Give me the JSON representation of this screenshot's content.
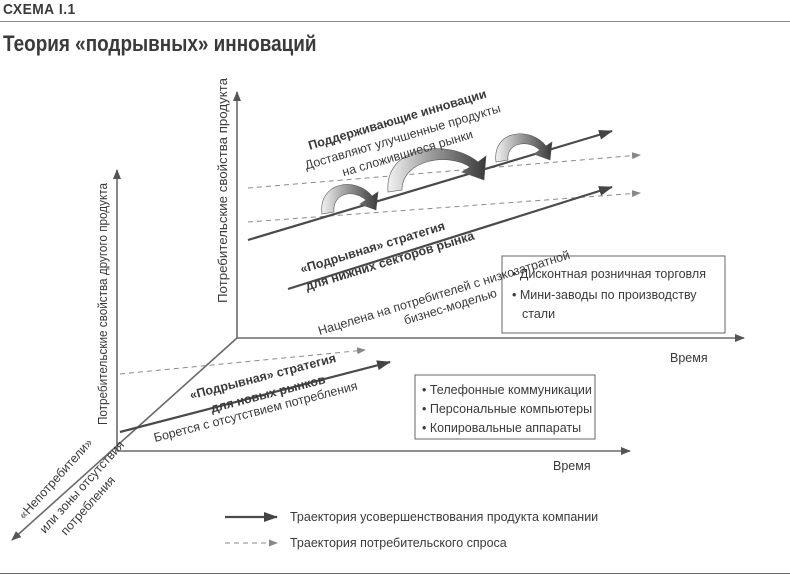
{
  "header": {
    "scheme_label": "СХЕМА I.1",
    "title": "Теория «подрывных» инноваций"
  },
  "axes": {
    "back_y_label": "Потребительские свойства продукта",
    "front_y_label": "Потребительские свойства другого продукта",
    "back_x_label": "Время",
    "front_x_label": "Время",
    "depth_label_1": "«Непотребители»",
    "depth_label_2": "или зоны отсутствия",
    "depth_label_3": "потребления"
  },
  "sustaining": {
    "title": "Поддерживающие инновации",
    "line1": "Доставляют улучшенные продукты",
    "line2": "на сложившиеся рынки"
  },
  "low_end": {
    "title_quoted": "«Подрывная»",
    "title_rest": "стратегия",
    "title_line2": "для нижних секторов рынка",
    "desc1": "Нацелена на потребителей с низкозатратной",
    "desc2": "бизнес-моделью"
  },
  "new_market": {
    "title_quoted": "«Подрывная»",
    "title_rest": "стратегия",
    "title_line2": "для новых рынков",
    "desc": "Борется с отсутствием потребления"
  },
  "box_low_end": {
    "items": [
      "Дисконтная розничная торговля",
      "Мини-заводы по производству",
      "стали"
    ]
  },
  "box_new_market": {
    "items": [
      "Телефонные коммуникации",
      "Персональные компьютеры",
      "Копировальные аппараты"
    ]
  },
  "legend": {
    "solid": "Траектория усовершенствования продукта компании",
    "dashed": "Траектория потребительского спроса"
  },
  "colors": {
    "axis": "#6a6a6a",
    "line": "#4a4a4a",
    "dashed": "#8a8a8a",
    "text": "#3a3a3a"
  }
}
